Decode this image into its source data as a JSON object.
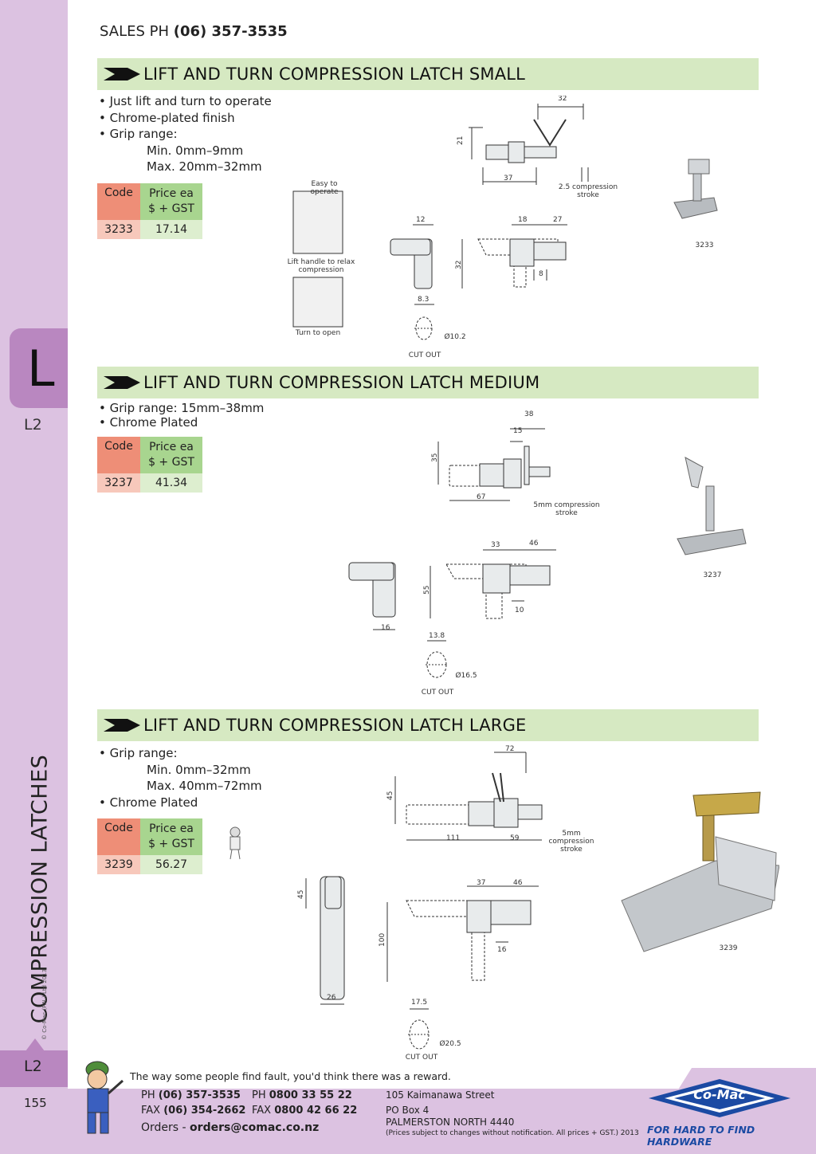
{
  "header": {
    "sales_label": "SALES PH",
    "sales_phone": "(06) 357-3535"
  },
  "sidebar": {
    "tab_letter": "L",
    "section_code_top": "L2",
    "vertical_title": "COMPRESSION LATCHES",
    "section_code_bottom": "L2",
    "page_number": "155",
    "copyright": "© Co-Mac (P.N.) Ltd 2013"
  },
  "table_headers": {
    "code": "Code",
    "price_line1": "Price ea",
    "price_line2": "$ + GST"
  },
  "products": [
    {
      "title": "LIFT AND TURN COMPRESSION LATCH SMALL",
      "bullets": [
        "• Just lift and turn to operate",
        "• Chrome-plated finish",
        "• Grip range:"
      ],
      "indent": [
        "Min.  0mm–9mm",
        "Max. 20mm–32mm"
      ],
      "code": "3233",
      "price": "17.14",
      "photo_label": "3233",
      "annotations": {
        "easy": "Easy to operate",
        "lift": "Lift handle to relax compression",
        "turn": "Turn to open",
        "cutout": "CUT OUT",
        "stroke": "2.5 compression stroke"
      },
      "dims": {
        "d32top": "32",
        "d21": "21",
        "d37": "37",
        "d12": "12",
        "d18": "18",
        "d27": "27",
        "d32side": "32",
        "d8": "8",
        "d83": "8.3",
        "dia": "Ø10.2"
      }
    },
    {
      "title": "LIFT AND TURN COMPRESSION LATCH MEDIUM",
      "bullets": [
        "• Grip range: 15mm–38mm",
        "• Chrome Plated"
      ],
      "indent": [],
      "code": "3237",
      "price": "41.34",
      "photo_label": "3237",
      "annotations": {
        "cutout": "CUT OUT",
        "stroke": "5mm compression stroke"
      },
      "dims": {
        "d38": "38",
        "d15": "15",
        "d35": "35",
        "d67": "67",
        "d33": "33",
        "d46": "46",
        "d55": "55",
        "d10": "10",
        "d16": "16",
        "d138": "13.8",
        "dia": "Ø16.5"
      }
    },
    {
      "title": "LIFT AND TURN COMPRESSION LATCH LARGE",
      "bullets": [
        "• Grip range:"
      ],
      "indent": [
        "Min.  0mm–32mm",
        "Max. 40mm–72mm"
      ],
      "bullets_after": [
        "• Chrome Plated"
      ],
      "code": "3239",
      "price": "56.27",
      "photo_label": "3239",
      "annotations": {
        "cutout": "CUT OUT",
        "stroke": "5mm compression stroke"
      },
      "dims": {
        "d72": "72",
        "d45": "45",
        "d111": "111",
        "d59": "59",
        "d37": "37",
        "d46": "46",
        "d45b": "45",
        "d100": "100",
        "d16": "16",
        "d26": "26",
        "d175": "17.5",
        "dia": "Ø20.5"
      }
    }
  ],
  "footer": {
    "motto": "The way some people find fault, you'd think there was a reward.",
    "ph_label": "PH",
    "ph": "(06) 357-3535",
    "fax_label": "FAX",
    "fax": "(06) 354-2662",
    "ph2_label": "PH",
    "ph2": "0800 33 55 22",
    "fax2_label": "FAX",
    "fax2": "0800 42 66 22",
    "orders_label": "Orders -",
    "orders_email": "orders@comac.co.nz",
    "address1": "105 Kaimanawa Street",
    "address2": "PO Box 4",
    "address3": "PALMERSTON NORTH 4440",
    "disclaimer": "(Prices subject to changes without notification.  All prices + GST.)  2013",
    "logo_text": "Co-Mac",
    "tagline": "FOR HARD TO FIND HARDWARE"
  },
  "colors": {
    "sidebar": "#dcc2e1",
    "tab": "#b987c0",
    "banner": "#d6e9c2",
    "code_header": "#ee8e77",
    "price_header": "#a8d58f",
    "logo_blue": "#1b4aa3"
  }
}
